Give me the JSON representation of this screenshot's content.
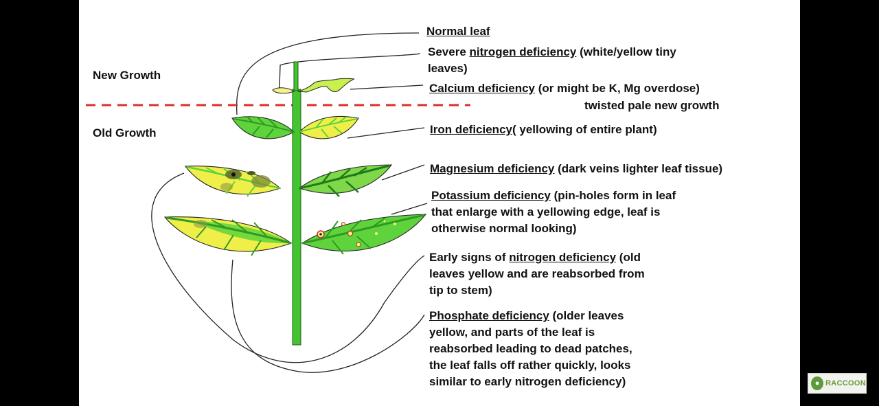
{
  "regions": {
    "new_growth": "New Growth",
    "old_growth": "Old Growth"
  },
  "labels": {
    "normal_leaf": "Normal leaf",
    "nitrogen_severe": {
      "pre": "Severe ",
      "term": "nitrogen deficiency",
      "post": " (white/yellow tiny",
      "line2": "leaves)"
    },
    "calcium": {
      "term": "Calcium deficiency",
      "post": " (or might be K, Mg overdose)",
      "line2": "twisted pale new growth"
    },
    "iron": {
      "term": "Iron deficiency",
      "post": "( yellowing of entire plant)"
    },
    "magnesium": {
      "term": "Magnesium deficiency",
      "post": " (dark veins lighter leaf tissue)"
    },
    "potassium": {
      "term": "Potassium deficiency",
      "post": " (pin-holes form in leaf",
      "line2": "that enlarge with a yellowing edge, leaf is",
      "line3": "otherwise normal looking)"
    },
    "nitrogen_early": {
      "pre": "Early signs of ",
      "term": "nitrogen deficiency",
      "post": " (old",
      "line2": "leaves yellow and are reabsorbed from",
      "line3": "tip to stem)"
    },
    "phosphate": {
      "term": "Phosphate deficiency",
      "post": " (older leaves",
      "line2": "yellow, and parts of the leaf is",
      "line3": "reabsorbed leading to dead patches,",
      "line4": "the leaf falls off rather quickly, looks",
      "line5": "similar to early nitrogen deficiency)"
    }
  },
  "logo": {
    "name": "RACCOON"
  },
  "colors": {
    "healthy_green": "#5fd33b",
    "stem_green": "#44c431",
    "vein_green": "#2f9a23",
    "deficient_yellow": "#f0ef4a",
    "pale_yellow": "#f5f28a",
    "divider_red": "#d9302a"
  }
}
